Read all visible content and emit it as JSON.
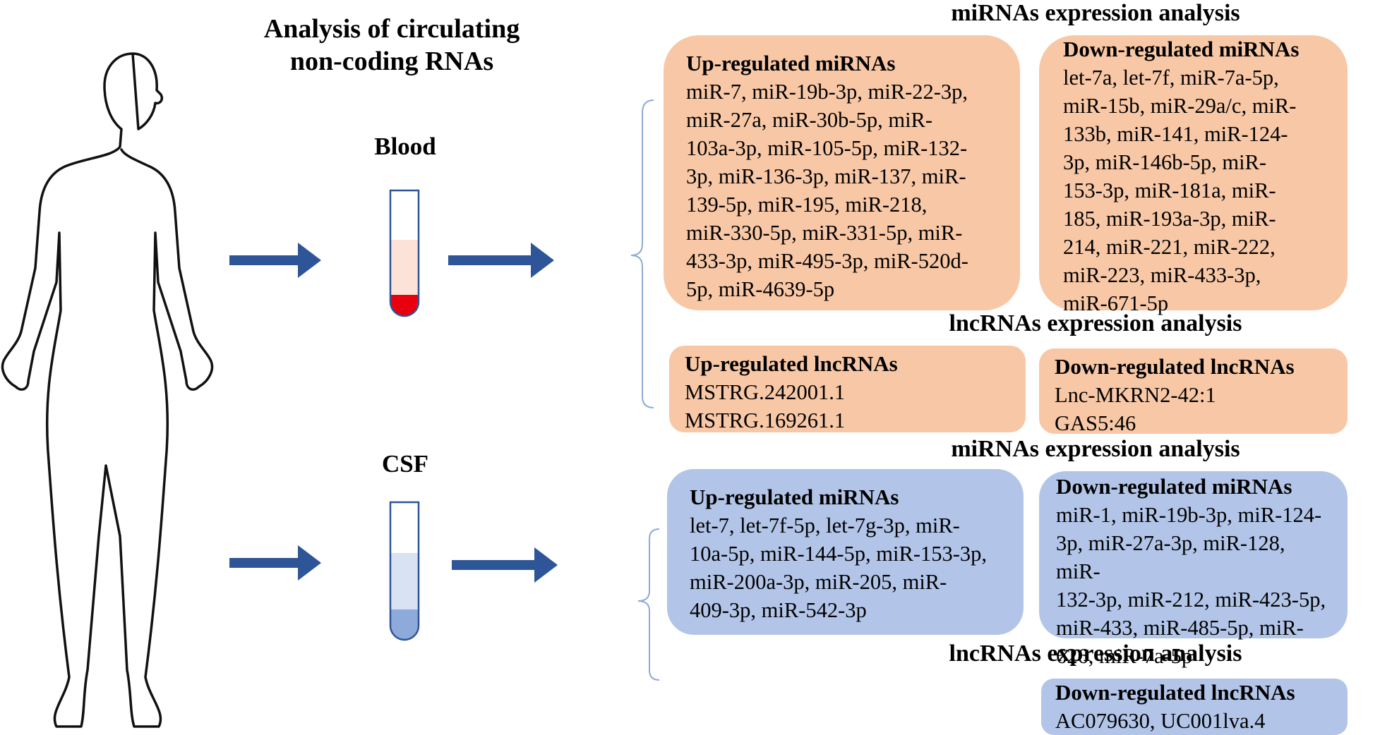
{
  "title": "Analysis of circulating\nnon-coding RNAs",
  "colors": {
    "blood_panel": "#f8c8a6",
    "csf_panel": "#b2c5e8",
    "arrow": "#2e5597",
    "blood_red": "#e8000e",
    "blood_plasma": "#fde3d7",
    "csf_upper": "#d9e2f3",
    "csf_lower": "#8eaadb",
    "bracket": "#8fa9d8"
  },
  "blood": {
    "label": "Blood",
    "mirna_heading": "miRNAs expression analysis",
    "mirna_up": {
      "title": "Up-regulated miRNAs",
      "text": "miR-7, miR-19b-3p, miR-22-3p,\nmiR-27a, miR-30b-5p, miR-\n103a-3p, miR-105-5p, miR-132-\n3p, miR-136-3p, miR-137, miR-\n139-5p, miR-195, miR-218,\nmiR-330-5p, miR-331-5p, miR-\n433-3p, miR-495-3p, miR-520d-\n5p, miR-4639-5p"
    },
    "mirna_down": {
      "title": "Down-regulated miRNAs",
      "text": "let-7a, let-7f, miR-7a-5p,\nmiR-15b, miR-29a/c, miR-\n133b, miR-141, miR-124-\n3p, miR-146b-5p,  miR-\n153-3p, miR-181a, miR-\n185, miR-193a-3p, miR-\n214, miR-221, miR-222,\nmiR-223, miR-433-3p,\nmiR-671-5p"
    },
    "lnc_heading": "lncRNAs expression analysis",
    "lnc_up": {
      "title": "Up-regulated lncRNAs",
      "text": "MSTRG.242001.1\nMSTRG.169261.1"
    },
    "lnc_down": {
      "title": "Down-regulated lncRNAs",
      "text": "Lnc-MKRN2-42:1\nGAS5:46"
    }
  },
  "csf": {
    "label": "CSF",
    "mirna_heading": "miRNAs expression analysis",
    "mirna_up": {
      "title": "Up-regulated miRNAs",
      "text": "let-7, let-7f-5p, let-7g-3p, miR-\n10a-5p, miR-144-5p, miR-153-3p,\nmiR-200a-3p, miR-205, miR-\n409-3p, miR-542-3p"
    },
    "mirna_down": {
      "title": "Down-regulated miRNAs",
      "text": "miR-1, miR-19b-3p, miR-124-\n3p, miR-27a-3p, miR-128, miR-\n132-3p, miR-212, miR-423-5p,\nmiR-433, miR-485-5p, miR-\n626, miR-7a-5p"
    },
    "lnc_heading": "lncRNAs expression analysis",
    "lnc_down": {
      "title": "Down-regulated lncRNAs",
      "text": "AC079630, UC001lva.4"
    }
  }
}
